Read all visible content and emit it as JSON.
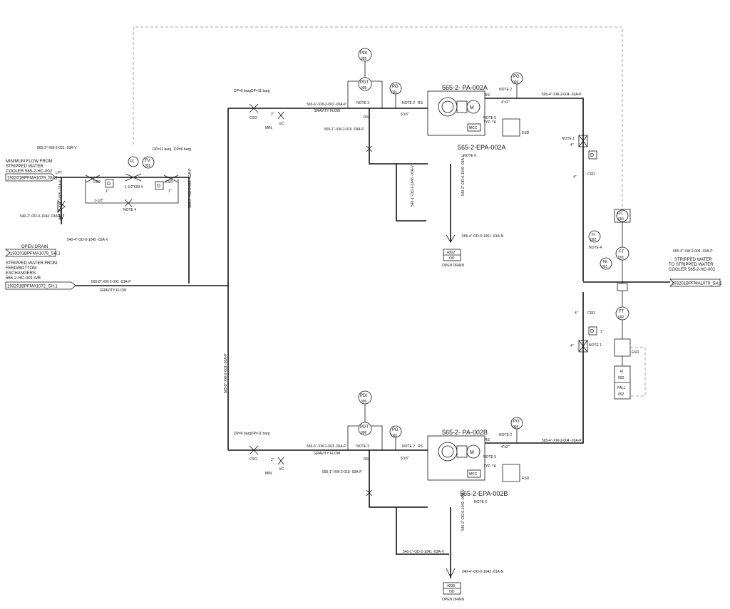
{
  "offpage": {
    "min_flow_in": {
      "ref": "193201BPFMA1079_SH.1",
      "line1": "MINIMUM FLOW FROM",
      "line2": "STRIPPED WATER",
      "line3": "COOLER 565-2-HC-002"
    },
    "open_drain_out": {
      "ref": "193201BPFMA1079_SH.1",
      "label": "OPEN DRAIN"
    },
    "stripped_in": {
      "ref": "193201BPFMA1072_SH.1",
      "line1": "STRIPPED WATER FROM",
      "line2": "FEED/BOTTOM",
      "line3": "EXCHANGERS",
      "line4": "565-2-HC-001 A/B"
    },
    "stripped_out": {
      "ref": "193201BPFMA1079_SH.1",
      "line1": "STRIPPED WATER",
      "line2": "TO STRIPPED WATER",
      "line3": "COOLER 565-2-HC-002"
    }
  },
  "pumps": [
    {
      "tag": "565-2- PA-002A",
      "motor": "565-2-EPA-002A",
      "note": "NOTE 6",
      "suction_note": "NOTE 3",
      "suction_size": "6\"x3\"",
      "discharge_note": "NOTE 2",
      "discharge_size": "4\"x2\"",
      "motor_note": "NOTE 5",
      "mcc": "MCC",
      "typ": "TYP. 7A",
      "esd": "ESD",
      "rs1": "RS",
      "rs2": "RS",
      "rs3": "RS"
    },
    {
      "tag": "565-2- PA-002B",
      "motor": "565-2-EPA-002B",
      "note": "NOTE 6",
      "suction_note": "NOTE 3",
      "suction_size": "6\"x3\"",
      "discharge_note": "NOTE 2",
      "discharge_size": "4\"x2\"",
      "motor_note": "NOTE 5",
      "mcc": "MCC",
      "typ": "TYP. 7A",
      "esd": "ESD",
      "rs1": "RS",
      "rs2": "RS",
      "rs3": "RS"
    }
  ],
  "instruments": [
    {
      "id": "pdi095",
      "func": "PDI",
      "num": "095"
    },
    {
      "id": "pdt095",
      "func": "PDT",
      "num": "095"
    },
    {
      "id": "pg091",
      "func": "PG",
      "num": "091"
    },
    {
      "id": "pg093",
      "func": "PG",
      "num": "093"
    },
    {
      "id": "pdi096",
      "func": "PDI",
      "num": "096"
    },
    {
      "id": "pdt096",
      "func": "PDT",
      "num": "096"
    },
    {
      "id": "pg092",
      "func": "PG",
      "num": "092"
    },
    {
      "id": "pg094",
      "func": "PG",
      "num": "094"
    },
    {
      "id": "fv091",
      "func": "FV",
      "num": "091"
    },
    {
      "id": "fic091",
      "func": "FIC",
      "num": "091"
    },
    {
      "id": "fi092",
      "func": "FI",
      "num": "092"
    },
    {
      "id": "ft091",
      "func": "FT",
      "num": "091"
    },
    {
      "id": "fe091",
      "func": "FE",
      "num": "091"
    },
    {
      "id": "ft092",
      "func": "FT",
      "num": "092"
    },
    {
      "id": "fi092b",
      "func": "FI",
      "num": "092"
    },
    {
      "id": "fall092",
      "func": "FALL",
      "num": "092"
    }
  ],
  "drains": [
    {
      "tag": "4302",
      "code": "OD",
      "label": "OPEN DRAIN"
    },
    {
      "tag": "4330",
      "code": "OD",
      "label": "OPEN DRAIN"
    }
  ],
  "lines": {
    "min_flow": "565-3\"-XW-2-021 -03A-V",
    "drain1": "540-2\"-OD-0-1044 -03A-V",
    "drain2": "540-4\"-OD-0-1045 -03A-V",
    "vent": "565-2\"-XW-2-005 -03A-V",
    "riser": "565-3\"-XW-2-022 -03A-P",
    "stripped_main": "565-8\"-XW-2-001 -03A-P",
    "header": "565-8\"-XW-2-001 -03A-P",
    "suct_a": "565-6\"-XW-2-002 -03A-P",
    "suct_b": "565-6\"-XW-2-003 -03A-P",
    "bypass_a": "565-1\"-XW-2-016 -03A-P",
    "bypass_b": "565-1\"-XW-2-018 -03A-P",
    "drain_a1": "540-1\"-OD-2-1046 -03A-V",
    "drain_a2": "540-2\"-OD-0-1049 -03A-V",
    "od_a": "565-4\"-OD-0-1061 -81A-N",
    "drain_b1": "540-1\"-OD-2-1041 -03A-V",
    "drain_b2": "540-2\"-OD-0-1042 -03A-V",
    "od_b": "540-4\"-OD-0-1043 -81A-N",
    "disch_a": "565-4\"-XW-2-004 -03A-P",
    "disch_b": "565-4\"-XW-2-004 -03A-P",
    "outlet": "565-4\"-XW-2-004 -03A-P"
  },
  "texts": {
    "gravity": "GRAVITY FLOW",
    "dp": "DP=6 barg",
    "dp11": "DP=11 barg",
    "csc": "CSO",
    "uc": "UC",
    "min": "MIN.",
    "note1": "NOTE 1",
    "note4": "NOTE 4",
    "lpt": "LPT",
    "fc": "FC",
    "valve_size": "1-1/2\"",
    "rating": "600 #",
    "one": "1\"",
    "two": "2\"",
    "four": "4\"",
    "bypass": "1-1/2\"",
    "esd": "ESD",
    "d": "D"
  }
}
